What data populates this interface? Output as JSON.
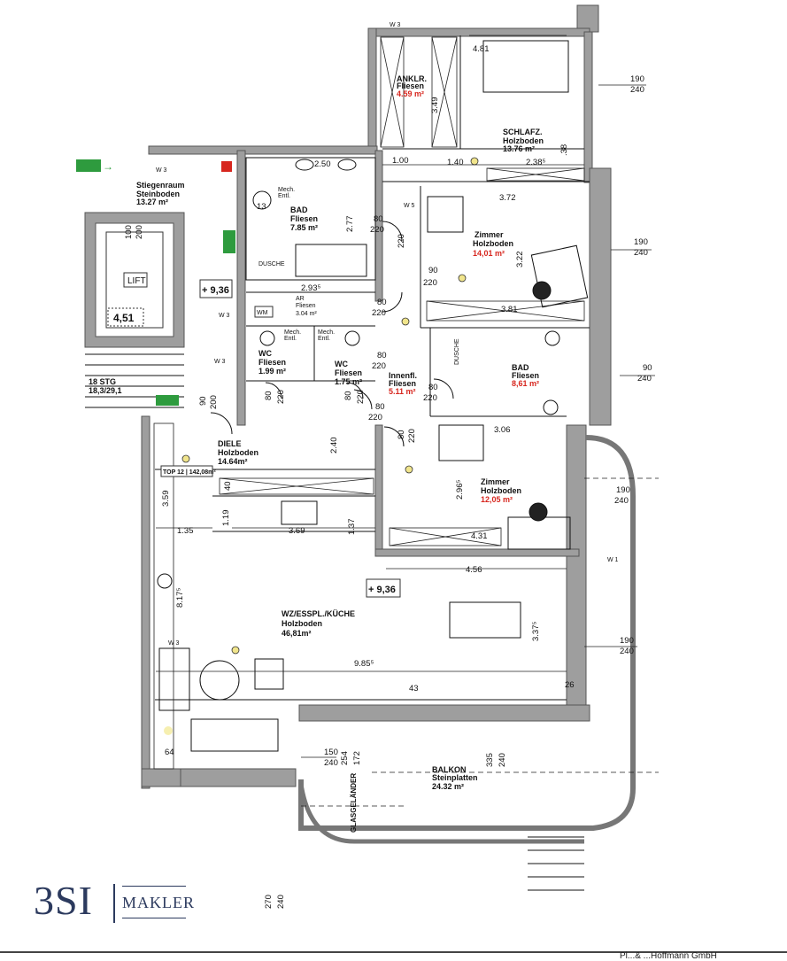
{
  "rooms": {
    "stiegenraum": {
      "name": "Stiegenraum",
      "floor": "Steinboden",
      "area": "13.27 m²"
    },
    "ankleide": {
      "name": "ANKLR.",
      "floor": "Fliesen",
      "area": "4.59 m²"
    },
    "schlafzimmer": {
      "name": "SCHLAFZ.",
      "floor": "Holzboden",
      "area": "13.76 m²"
    },
    "bad1": {
      "name": "BAD",
      "floor": "Fliesen",
      "area": "7.85 m²"
    },
    "zimmer1": {
      "name": "Zimmer",
      "floor": "Holzboden",
      "area": "14,01 m²"
    },
    "ar": {
      "name": "AR",
      "floor": "Fliesen",
      "area": "3.04 m²"
    },
    "wc1": {
      "name": "WC",
      "floor": "Fliesen",
      "area": "1.99 m²"
    },
    "wc2": {
      "name": "WC",
      "floor": "Fliesen",
      "area": "1.75 m²"
    },
    "innenfl": {
      "name": "Innenfl.",
      "floor": "Fliesen",
      "area": "5.11 m²"
    },
    "bad2": {
      "name": "BAD",
      "floor": "Fliesen",
      "area": "8,61 m²"
    },
    "diele": {
      "name": "DIELE",
      "floor": "Holzboden",
      "area": "14.64m²"
    },
    "zimmer2": {
      "name": "Zimmer",
      "floor": "Holzboden",
      "area": "12,05 m²"
    },
    "wohnen": {
      "name": "WZ/ESSPL./KÜCHE",
      "floor": "Holzboden",
      "area": "46,81m²"
    },
    "balkon": {
      "name": "BALKON",
      "floor": "Steinplatten",
      "area": "24.32 m²"
    }
  },
  "labels": {
    "lift": "LIFT",
    "lift_level": "4,51",
    "level1": "+ 9,36",
    "level2": "+ 9,36",
    "stairs1": "18 STG",
    "stairs2": "18,3/29,1",
    "top": "TOP 12 | 142,08m²",
    "dusche1": "DUSCHE",
    "dusche2": "DUSCHE",
    "wm": "WM",
    "mech": "Mech.",
    "entl": "Entl.",
    "glasgelaender": "GLASGELÄNDER",
    "w3": "W 3",
    "w5": "W 5",
    "w1": "W 1"
  },
  "dimensions": {
    "d481": "4.81",
    "d349": "3.49",
    "d100": "1.00",
    "d140": "1.40",
    "d238": "2.38⁵",
    "d038": ".38",
    "d190a": "190",
    "d240a": "240",
    "d190b": "190",
    "d240b": "240",
    "d90": "90",
    "d240c": "240",
    "d190c": "190",
    "d240d": "240",
    "d190d": "190",
    "d240e": "240",
    "d250": "2.50",
    "d372": "3.72",
    "d277": "2.77",
    "d80a": "80",
    "d220a": "220",
    "d220b": "220",
    "d90b": "90",
    "d220c": "220",
    "d322": "3.22",
    "d293": "2.93⁵",
    "d80b": "80",
    "d220d": "220",
    "d381": "3.81",
    "d80c": "80",
    "d220e": "220",
    "d80d": "80",
    "d220f": "220",
    "d80e": "80",
    "d220g": "220",
    "d80f": "80",
    "d220h": "220",
    "d90c": "90",
    "d200a": "200",
    "d80g": "80",
    "d220i": "220",
    "d306": "3.06",
    "d240f": "2.40",
    "d80h": "80",
    "d220j": "220",
    "d296": "2.96⁵",
    "d359": "3.59",
    "d40": "40",
    "d119": "1.19",
    "d135": "1.35",
    "d369": "3.69",
    "d137": "1.37",
    "d431": "4.31",
    "d456": "4.56",
    "d817": "8.17⁵",
    "d337": "3.37⁵",
    "d985": "9.85⁵",
    "d43": "43",
    "d26": "26",
    "d64": "64",
    "d150": "150",
    "d240g": "240",
    "d254": "254",
    "d172": "172",
    "d335": "335",
    "d240h": "240",
    "d270": "270",
    "d240i": "240",
    "d100b": "100",
    "d200b": "200",
    "d13": "13"
  },
  "logo": {
    "brand": "3SI",
    "sub": "MAKLER"
  },
  "footer": "Pl...& ...Hoffmann GmbH",
  "colors": {
    "area_red": "#d7261e",
    "wall": "#9e9e9e",
    "exit_green": "#2e9b3e",
    "logo_blue": "#2c3a5e"
  }
}
